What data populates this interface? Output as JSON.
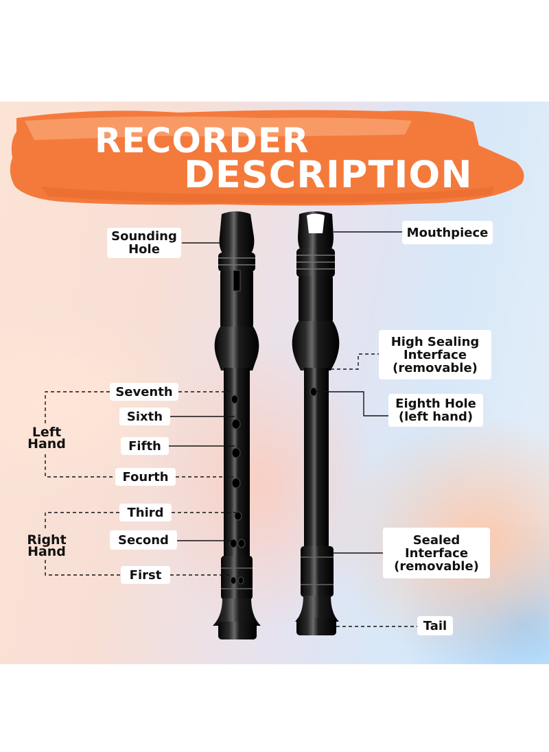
{
  "title": {
    "line1": "RECORDER",
    "line2": "DESCRIPTION"
  },
  "colors": {
    "title_brush": "#f47a3c",
    "recorder_body": "#121212",
    "label_background": "#ffffff",
    "label_text": "#111111"
  },
  "left_recorder": {
    "sounding_hole": {
      "line1": "Sounding",
      "line2": "Hole"
    },
    "holes": {
      "seventh": "Seventh",
      "sixth": "Sixth",
      "fifth": "Fifth",
      "fourth": "Fourth",
      "third": "Third",
      "second": "Second",
      "first": "First"
    },
    "groups": {
      "left_hand": {
        "line1": "Left",
        "line2": "Hand"
      },
      "right_hand": {
        "line1": "Right",
        "line2": "Hand"
      }
    }
  },
  "right_recorder": {
    "mouthpiece": "Mouthpiece",
    "high_sealing": {
      "line1": "High Sealing",
      "line2": "Interface",
      "line3": "(removable)"
    },
    "eighth_hole": {
      "line1": "Eighth Hole",
      "line2": "(left hand)"
    },
    "sealed_interface": {
      "line1": "Sealed",
      "line2": "Interface",
      "line3": "(removable)"
    },
    "tail": "Tail"
  }
}
